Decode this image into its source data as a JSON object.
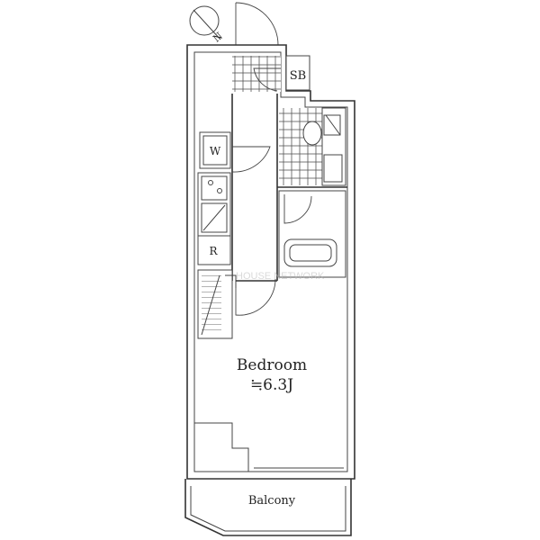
{
  "rooms": {
    "bedroom": {
      "label": "Bedroom",
      "area": "≒6.3J"
    },
    "balcony": {
      "label": "Balcony"
    },
    "shoe_box": {
      "label": "SB"
    },
    "washer": {
      "label": "W"
    },
    "refrigerator": {
      "label": "R"
    }
  },
  "compass": {
    "label": "N"
  },
  "watermark": "HOUSE NETWORK"
}
